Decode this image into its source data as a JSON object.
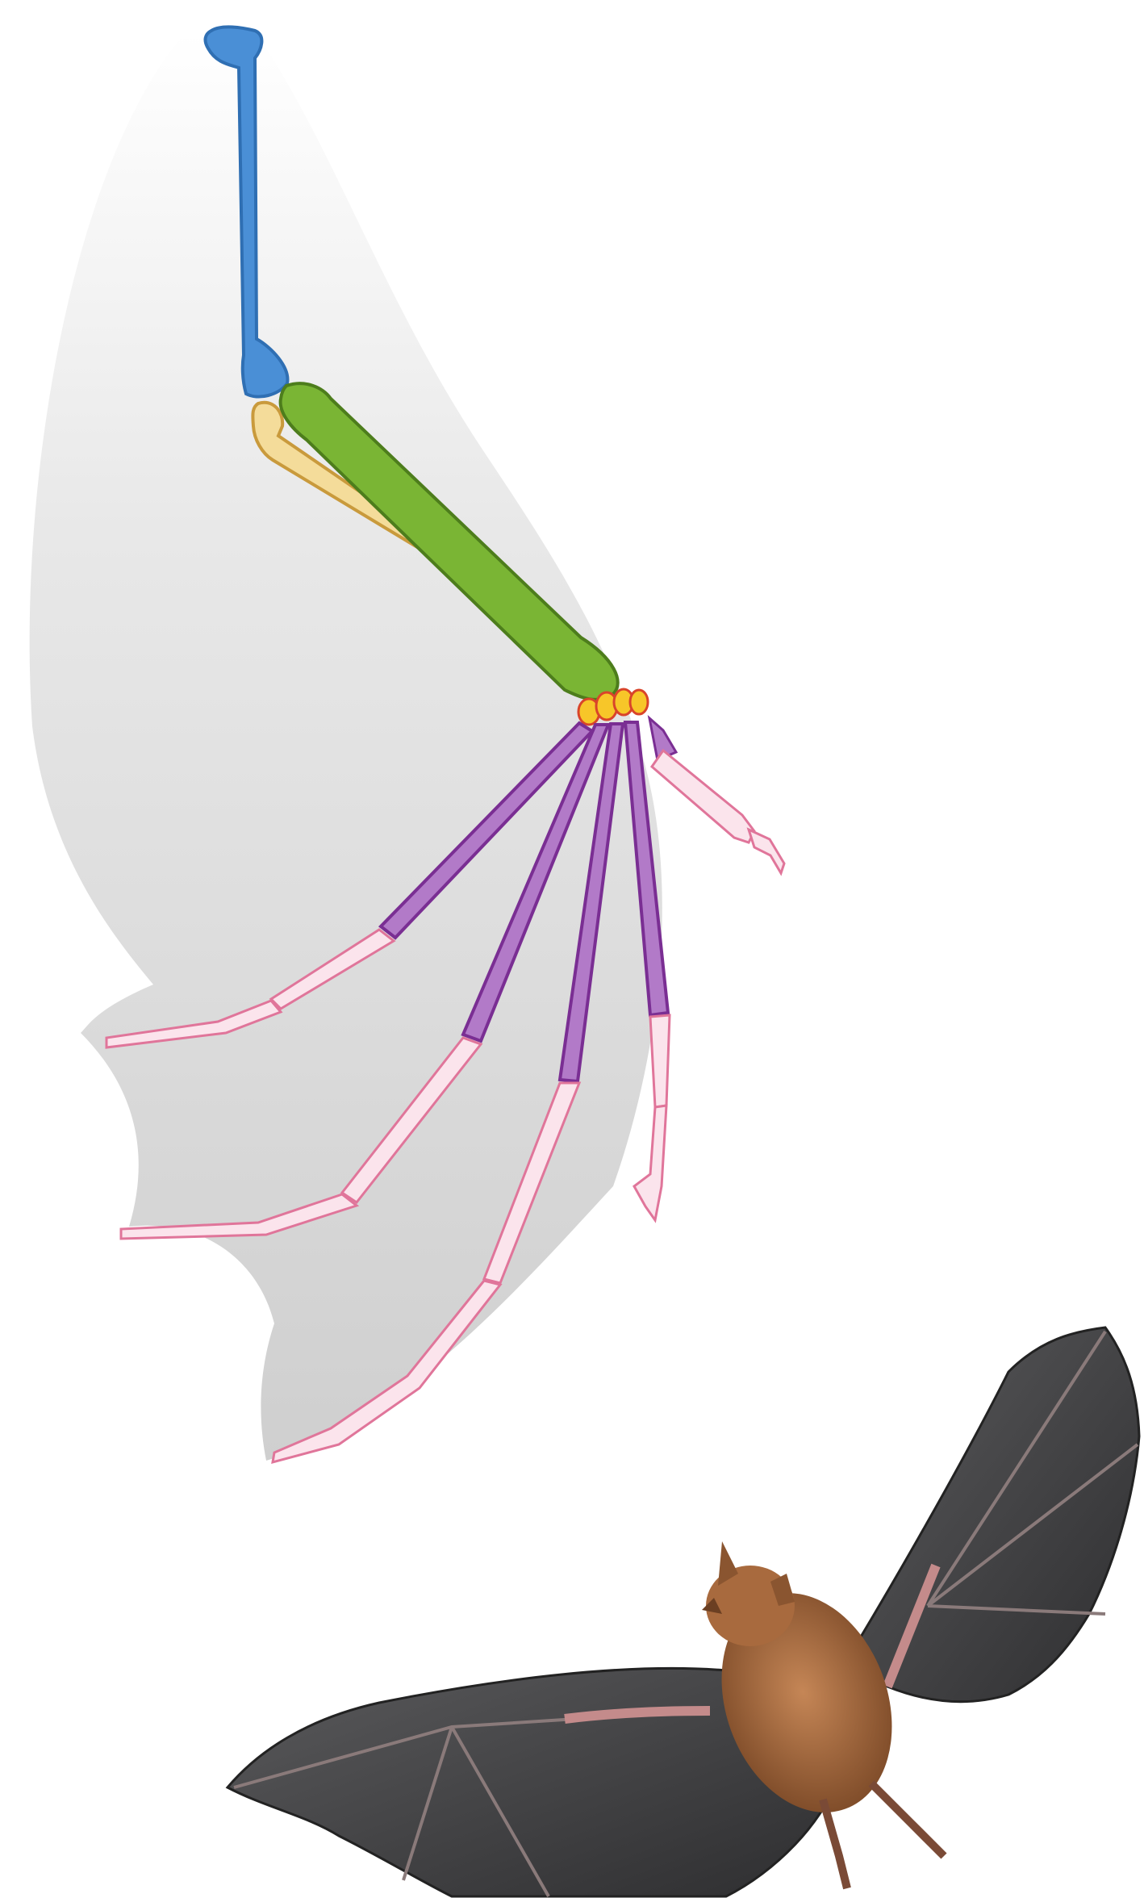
{
  "diagram": {
    "bones": [
      {
        "id": "humerus",
        "color": "#4a8fd6",
        "stroke": "#2f6fb3"
      },
      {
        "id": "radius",
        "color": "#7ab534",
        "stroke": "#4d7d1c"
      },
      {
        "id": "ulna",
        "color": "#f4dc9a",
        "stroke": "#c99a3c"
      },
      {
        "id": "carpals",
        "color": "#f7c629",
        "stroke": "#d9442a"
      },
      {
        "id": "metacarpals",
        "color": "#b27ac8",
        "stroke": "#7a2e93"
      },
      {
        "id": "phalanges",
        "color": "#fbe4ec",
        "stroke": "#e0759a"
      }
    ],
    "membrane_color": "#d9d9d9",
    "photo_colors": {
      "wing": "#4a4a4c",
      "body": "#a86a3e"
    }
  }
}
